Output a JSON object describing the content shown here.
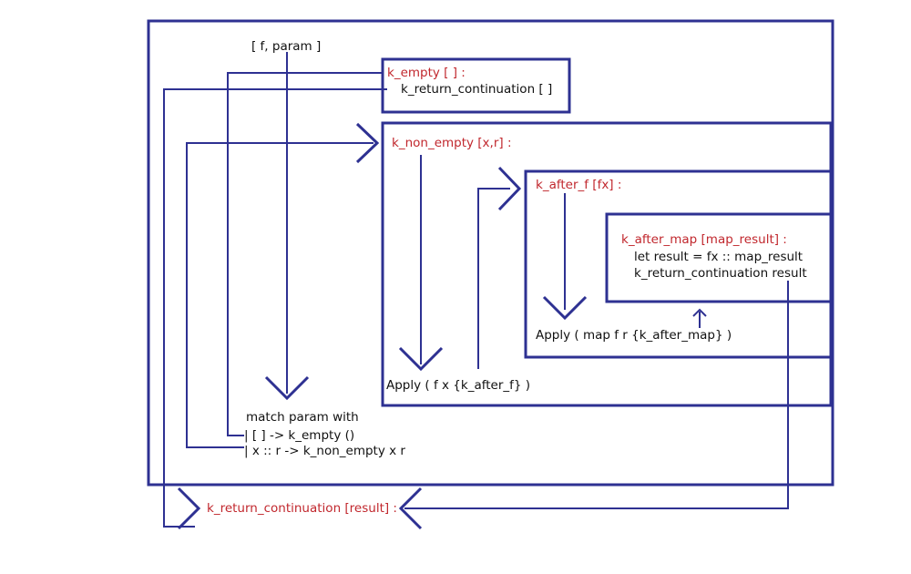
{
  "colors": {
    "stroke": "#2e3192",
    "red": "#c1272d",
    "black": "#111111"
  },
  "labels": {
    "input": "[ f, param ]",
    "k_empty_title": "k_empty [ ] :",
    "k_empty_body": "k_return_continuation [ ]",
    "k_non_empty_title": "k_non_empty [x,r] :",
    "k_after_f_title": "k_after_f [fx] :",
    "k_after_map_title": "k_after_map [map_result] :",
    "k_after_map_line1": "let result = fx :: map_result",
    "k_after_map_line2": "k_return_continuation result",
    "apply_map": "Apply ( map f r {k_after_map} )",
    "apply_f": "Apply ( f x {k_after_f} )",
    "match_line1": "match param with",
    "match_line2": "| [ ] -> k_empty ()",
    "match_line3": "| x :: r -> k_non_empty x r",
    "k_return_title": "k_return_continuation [result] :"
  }
}
